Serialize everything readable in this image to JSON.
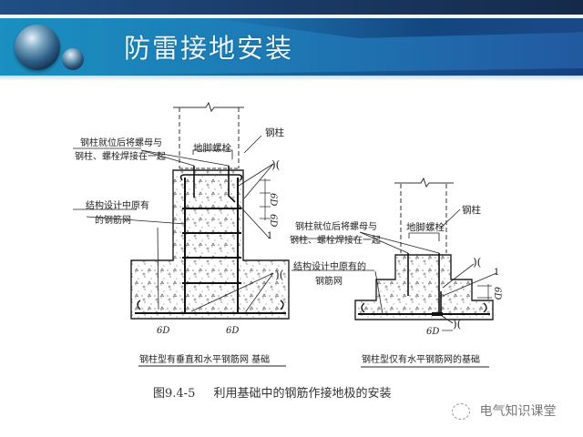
{
  "slide": {
    "title": "防雷接地安装",
    "colors": {
      "header_left": "#1a8fc0",
      "header_right": "#2259a0",
      "top_band": "#1a3a66",
      "title_text": "#e8f6fb"
    }
  },
  "figure": {
    "number": "图9.4-5",
    "caption": "利用基础中的钢筋作接地极的安装",
    "left_diagram": {
      "label_weld": [
        "钢柱就位后将螺母与",
        "钢柱、螺栓焊接在一起"
      ],
      "label_anchor_bolt": "地脚螺栓",
      "label_steel_column": "钢柱",
      "label_rebar_mesh": [
        "结构设计中原有",
        "的钢筋网"
      ],
      "dim_6d": "6D",
      "marker_1": "1",
      "bottom_dims": [
        "6D",
        "6D"
      ],
      "subtitle": "钢柱型有垂直和水平钢筋网   基础"
    },
    "right_diagram": {
      "label_weld": [
        "钢柱就位后将螺母与",
        "钢柱、螺栓焊接在一起"
      ],
      "label_anchor_bolt": "地脚螺栓",
      "label_steel_column": "钢柱",
      "label_rebar_mesh": [
        "结构设计中原有的",
        "钢筋网"
      ],
      "dim_6d": "6D",
      "marker_1": "1",
      "bottom_dim": "6D",
      "subtitle": "钢柱型仅有水平钢筋网的基础"
    }
  },
  "watermark": {
    "icon": "wechat-icon",
    "text": "电气知识课堂"
  }
}
